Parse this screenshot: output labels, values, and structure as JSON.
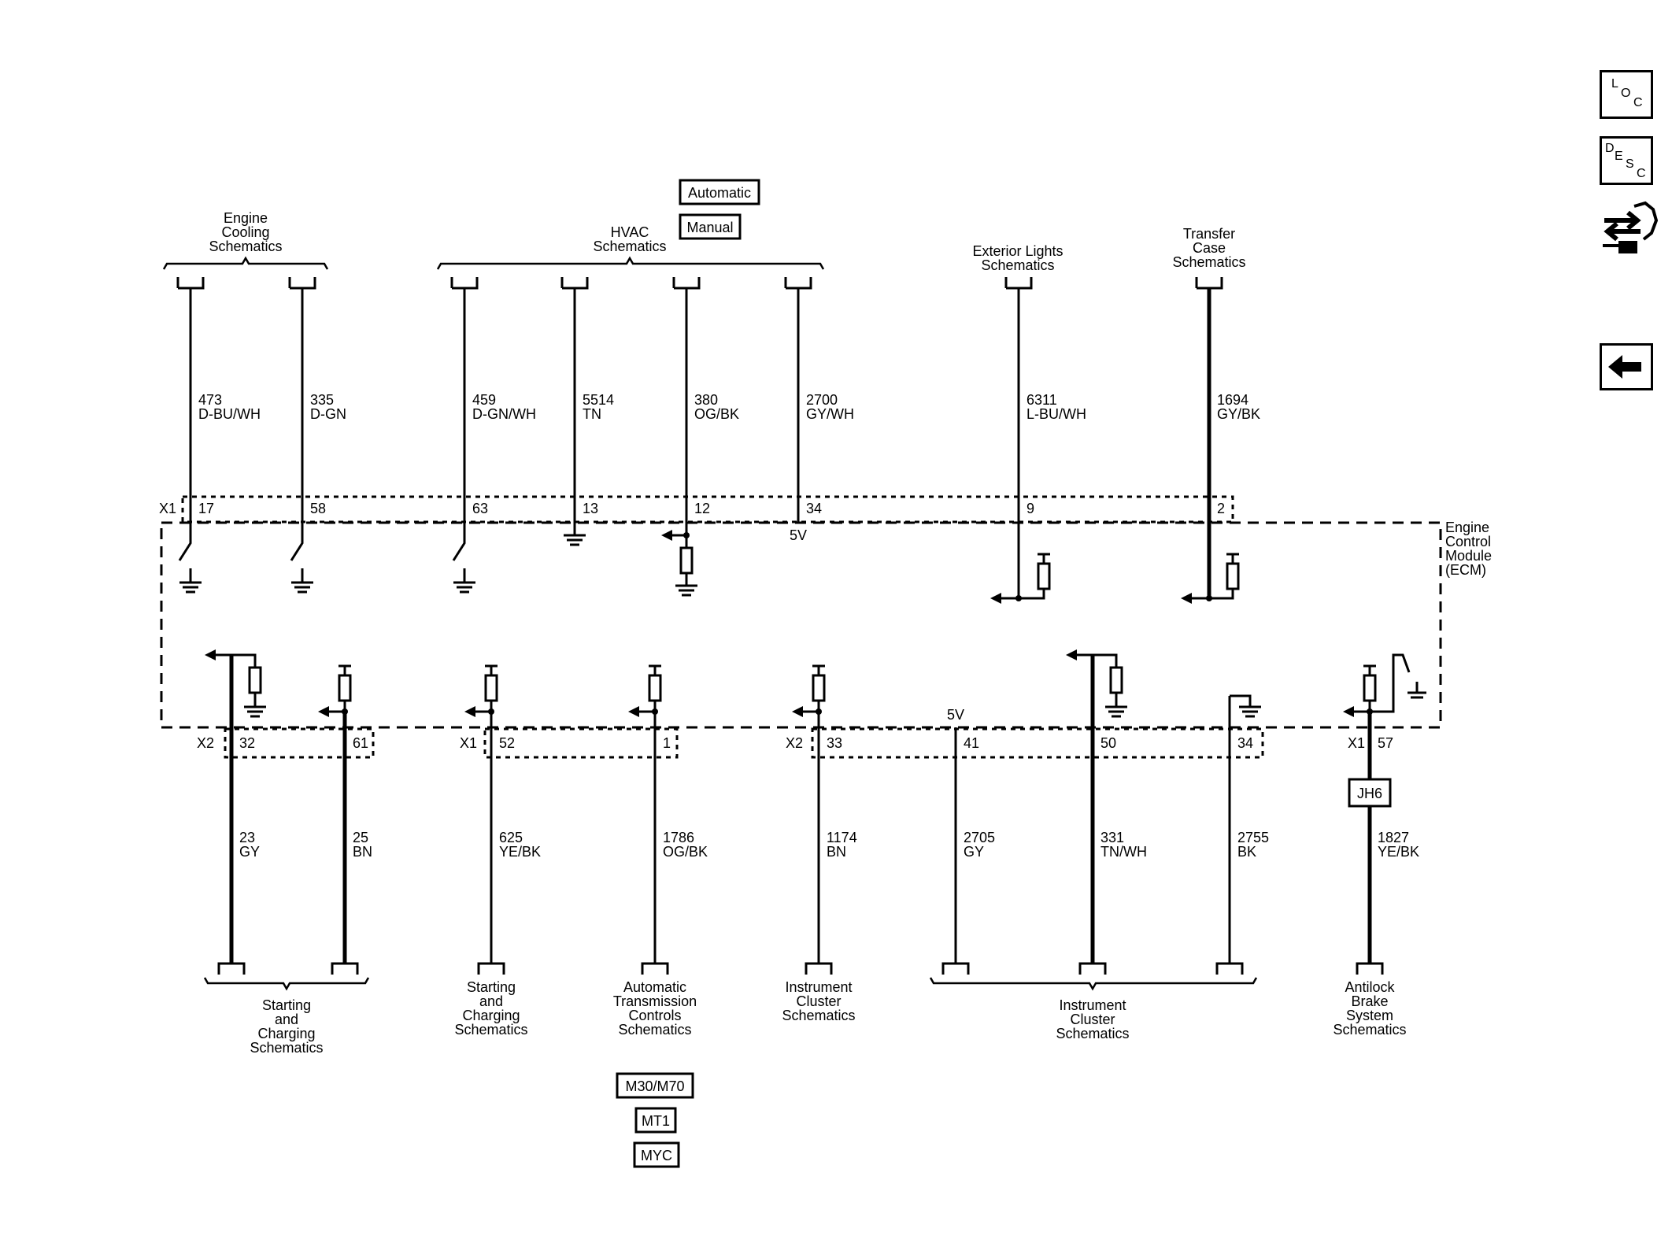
{
  "nav": {
    "loc": [
      "L",
      "O",
      "C"
    ],
    "desc": [
      "D",
      "E",
      "S",
      "C"
    ]
  },
  "options": {
    "automatic": "Automatic",
    "manual": "Manual",
    "m30m70": "M30/M70",
    "mt1": "MT1",
    "myc": "MYC"
  },
  "module": {
    "name_lines": [
      "Engine",
      "Control",
      "Module",
      "(ECM)"
    ],
    "x1": "X1",
    "x2": "X2",
    "fivev": "5V"
  },
  "top_groups": [
    {
      "lines": [
        "Engine",
        "Cooling",
        "Schematics"
      ]
    },
    {
      "lines": [
        "HVAC",
        "Schematics"
      ]
    },
    {
      "lines": [
        "Exterior Lights",
        "Schematics"
      ]
    },
    {
      "lines": [
        "Transfer",
        "Case",
        "Schematics"
      ]
    }
  ],
  "top_wires": [
    {
      "circuit": "473",
      "color": "D-BU/WH",
      "pin": "17"
    },
    {
      "circuit": "335",
      "color": "D-GN",
      "pin": "58"
    },
    {
      "circuit": "459",
      "color": "D-GN/WH",
      "pin": "63"
    },
    {
      "circuit": "5514",
      "color": "TN",
      "pin": "13"
    },
    {
      "circuit": "380",
      "color": "OG/BK",
      "pin": "12"
    },
    {
      "circuit": "2700",
      "color": "GY/WH",
      "pin": "34"
    },
    {
      "circuit": "6311",
      "color": "L-BU/WH",
      "pin": "9"
    },
    {
      "circuit": "1694",
      "color": "GY/BK",
      "pin": "2"
    }
  ],
  "bottom_wires": [
    {
      "circuit": "23",
      "color": "GY",
      "pin": "32"
    },
    {
      "circuit": "25",
      "color": "BN",
      "pin": "61"
    },
    {
      "circuit": "625",
      "color": "YE/BK",
      "pin": "52"
    },
    {
      "circuit": "1786",
      "color": "OG/BK",
      "pin": "1"
    },
    {
      "circuit": "1174",
      "color": "BN",
      "pin": "33"
    },
    {
      "circuit": "2705",
      "color": "GY",
      "pin": "41"
    },
    {
      "circuit": "331",
      "color": "TN/WH",
      "pin": "50"
    },
    {
      "circuit": "2755",
      "color": "BK",
      "pin": "34"
    },
    {
      "circuit": "1827",
      "color": "YE/BK",
      "pin": "57"
    }
  ],
  "splice": "JH6",
  "bottom_groups": [
    {
      "lines": [
        "Starting",
        "and",
        "Charging",
        "Schematics"
      ]
    },
    {
      "lines": [
        "Starting",
        "and",
        "Charging",
        "Schematics"
      ]
    },
    {
      "lines": [
        "Automatic",
        "Transmission",
        "Controls",
        "Schematics"
      ]
    },
    {
      "lines": [
        "Instrument",
        "Cluster",
        "Schematics"
      ]
    },
    {
      "lines": [
        "Instrument",
        "Cluster",
        "Schematics"
      ]
    },
    {
      "lines": [
        "Antilock",
        "Brake",
        "System",
        "Schematics"
      ]
    }
  ]
}
